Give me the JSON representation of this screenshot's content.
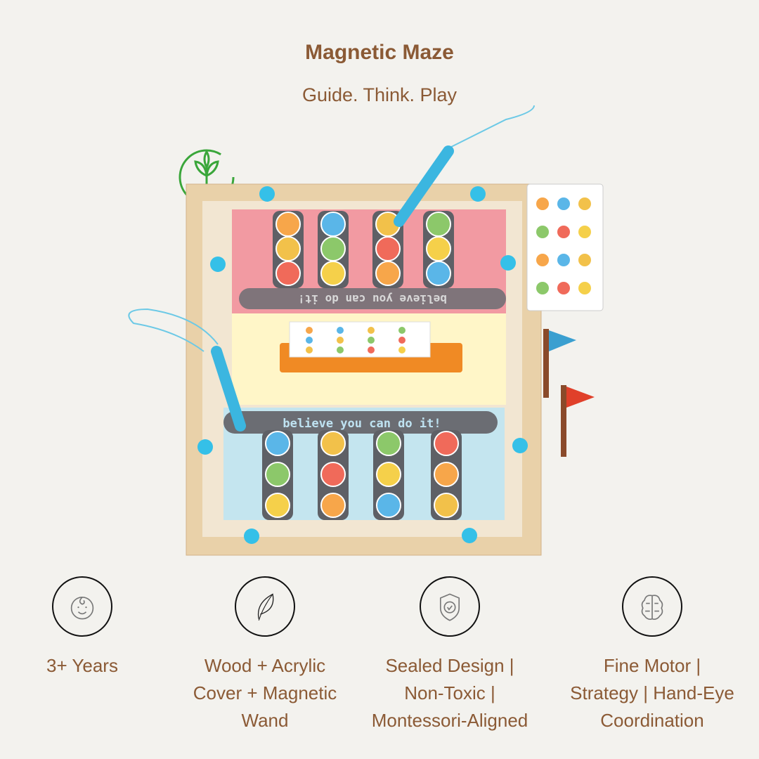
{
  "header": {
    "title": "Magnetic Maze",
    "subtitle": "Guide. Think. Play"
  },
  "product": {
    "board_text_top": "believe you can do it!",
    "board_text_bottom": "believe you can do it!",
    "colors": {
      "wood": "#e9d1a9",
      "pink": "#f29aa2",
      "blue": "#c4e5ef",
      "wand": "#3bb6e0",
      "orange": "#f08a24",
      "tray": "#5e6066"
    }
  },
  "features": [
    {
      "icon": "baby-face-icon",
      "lines": [
        "3+ Years"
      ]
    },
    {
      "icon": "leaf-icon",
      "lines": [
        "Wood + Acrylic",
        "Cover + Magnetic",
        "Wand"
      ]
    },
    {
      "icon": "shield-check-icon",
      "lines": [
        "Sealed Design |",
        "Non-Toxic |",
        "Montessori-Aligned"
      ]
    },
    {
      "icon": "brain-icon",
      "lines": [
        "Fine Motor |",
        "Strategy | Hand-Eye",
        "Coordination"
      ]
    }
  ]
}
